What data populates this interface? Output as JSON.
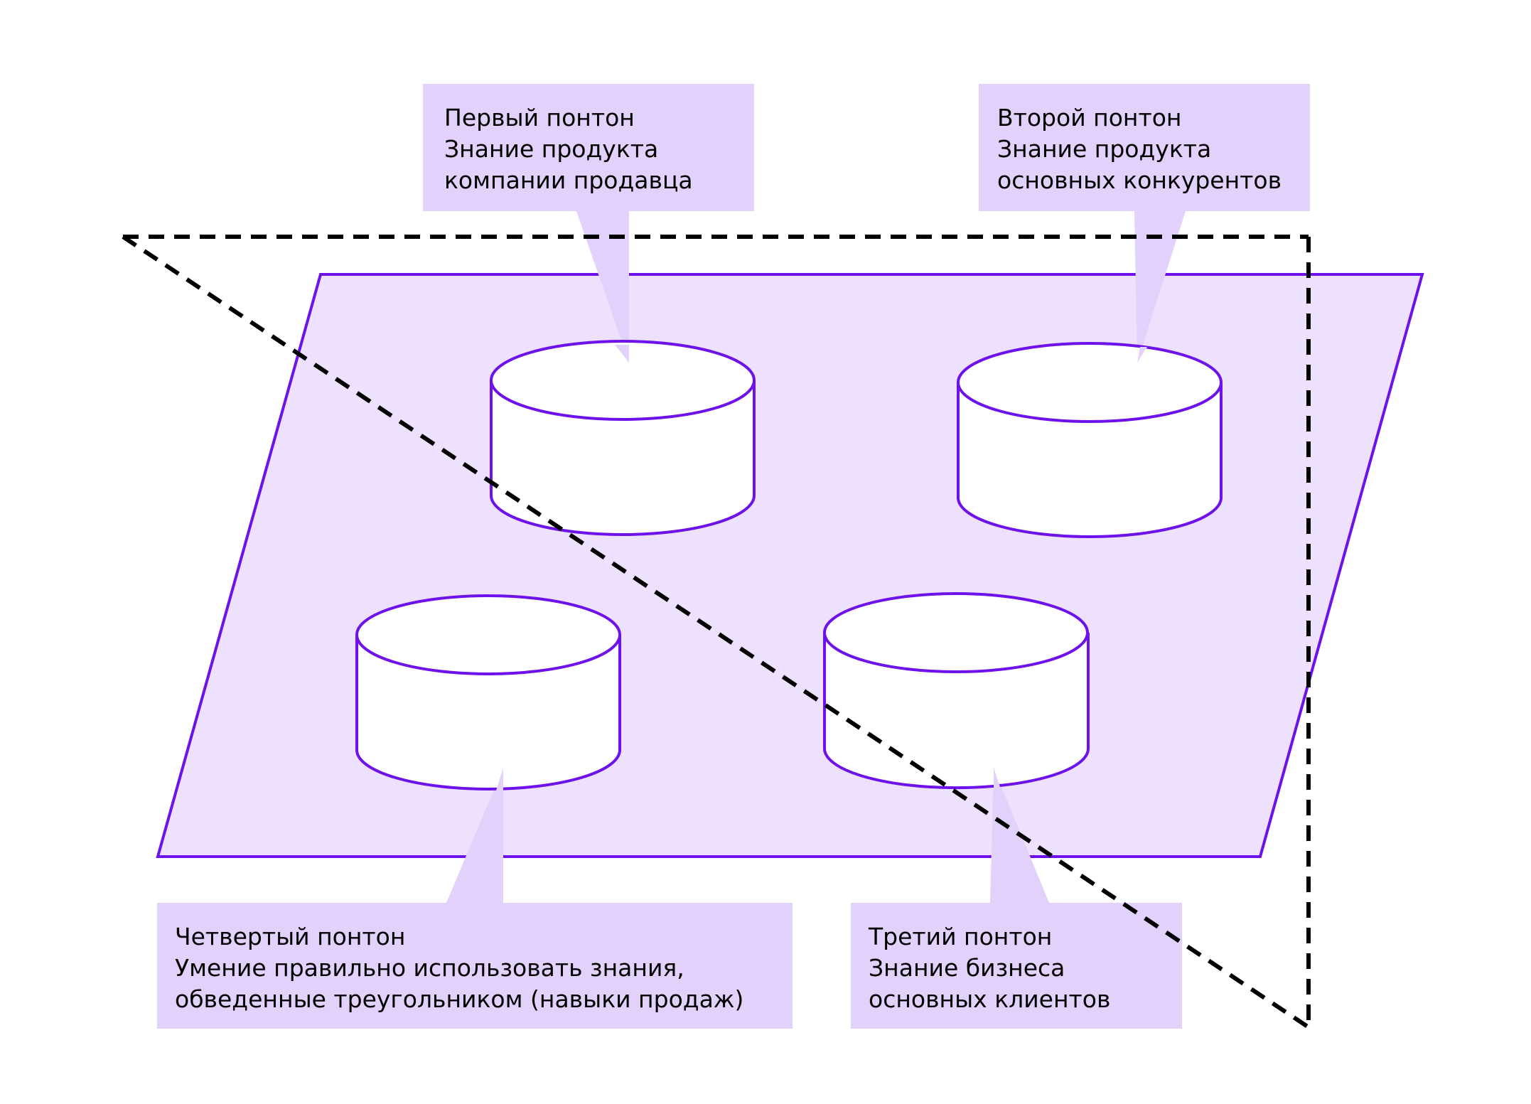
{
  "colors": {
    "platform_fill": "#ede1fd",
    "platform_stroke": "#6d12ea",
    "callout_fill": "#e2d1fb",
    "cylinder_fill": "#ffffff",
    "cylinder_stroke": "#6d12ea",
    "triangle_stroke": "#000000"
  },
  "pontoons": [
    {
      "id": "first",
      "lines": [
        "Первый понтон",
        "Знание продукта",
        "компании продавца"
      ]
    },
    {
      "id": "second",
      "lines": [
        "Второй понтон",
        "Знание продукта",
        "основных конкурентов"
      ]
    },
    {
      "id": "third",
      "lines": [
        "Третий понтон",
        "Знание бизнеса",
        "основных клиентов"
      ]
    },
    {
      "id": "fourth",
      "lines": [
        "Четвертый понтон",
        "Умение правильно использовать знания,",
        "обведенные треугольником (навыки продаж)"
      ]
    }
  ]
}
